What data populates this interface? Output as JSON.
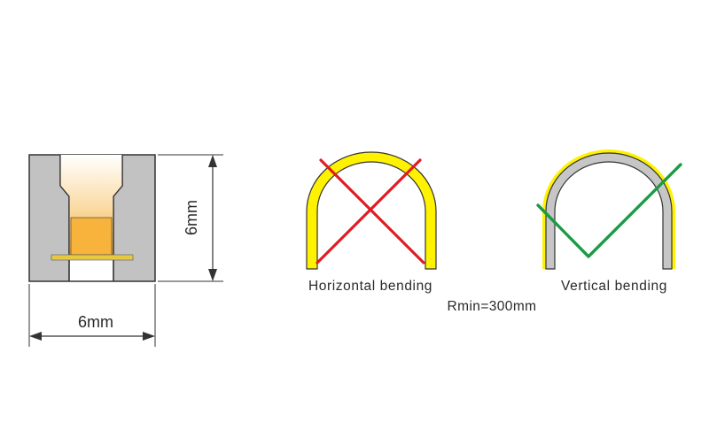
{
  "profile": {
    "width_label": "6mm",
    "height_label": "6mm"
  },
  "horizontal": {
    "label": "Horizontal bending",
    "status": "not allowed"
  },
  "vertical": {
    "label": "Vertical bending",
    "status": "allowed"
  },
  "radius_label": "Rmin=300mm",
  "colors": {
    "housing": "#c2c2c2",
    "outline": "#333333",
    "led_glow": "#f5a623",
    "led_strip": "#e8c840",
    "neon_yellow": "#fff200",
    "cross_red": "#e21b22",
    "check_green": "#1a9b45"
  }
}
